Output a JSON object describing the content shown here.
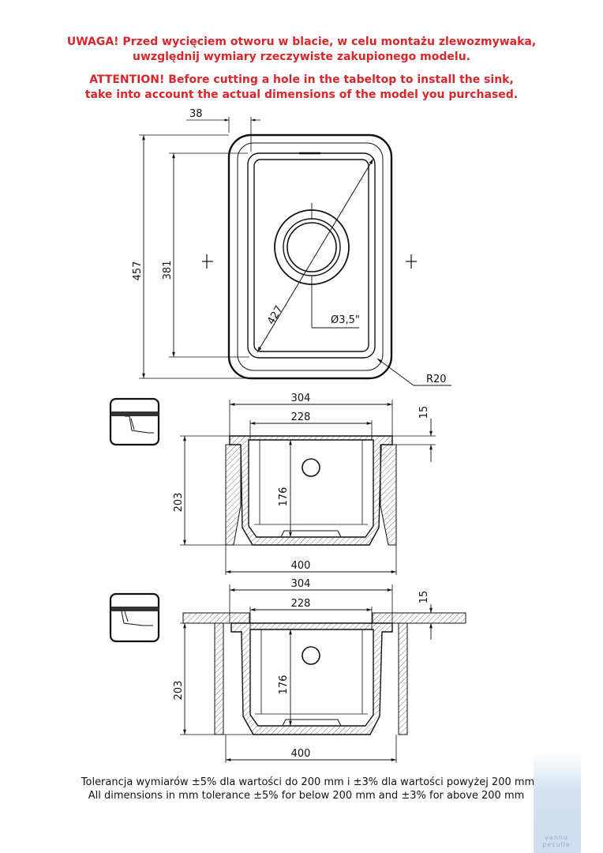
{
  "warning": {
    "pl_line1": "UWAGA! Przed wycięciem otworu w blacie, w celu montażu zlewozmywaka,",
    "pl_line2": "uwzględnij wymiary rzeczywiste zakupionego modelu.",
    "en_line1": "ATTENTION! Before cutting a hole in the tabeltop to install the sink,",
    "en_line2": "take into account the actual dimensions of the model you purchased.",
    "color": "#d9262b"
  },
  "top_view": {
    "dim_rim": "38",
    "dim_outer_height": "457",
    "dim_inner_height": "381",
    "dim_diagonal": "427",
    "dim_drain": "Ø3,5\"",
    "dim_radius": "R20"
  },
  "section_1": {
    "dim_top_width": "304",
    "dim_inner_width": "228",
    "dim_rim_thickness": "15",
    "dim_height": "203",
    "dim_depth": "176",
    "dim_bottom_width": "400"
  },
  "section_2": {
    "dim_top_width": "304",
    "dim_inner_width": "228",
    "dim_rim_thickness": "15",
    "dim_height": "203",
    "dim_depth": "176",
    "dim_bottom_width": "400"
  },
  "tolerance": {
    "pl": "Tolerancja wymiarów ±5% dla wartości do 200 mm i ±3% dla wartości powyżej 200 mm",
    "en": "All dimensions in mm tolerance ±5% for below 200 mm and ±3% for above 200 mm"
  },
  "watermark": {
    "line1": "vannu",
    "line2": "pesulle"
  }
}
